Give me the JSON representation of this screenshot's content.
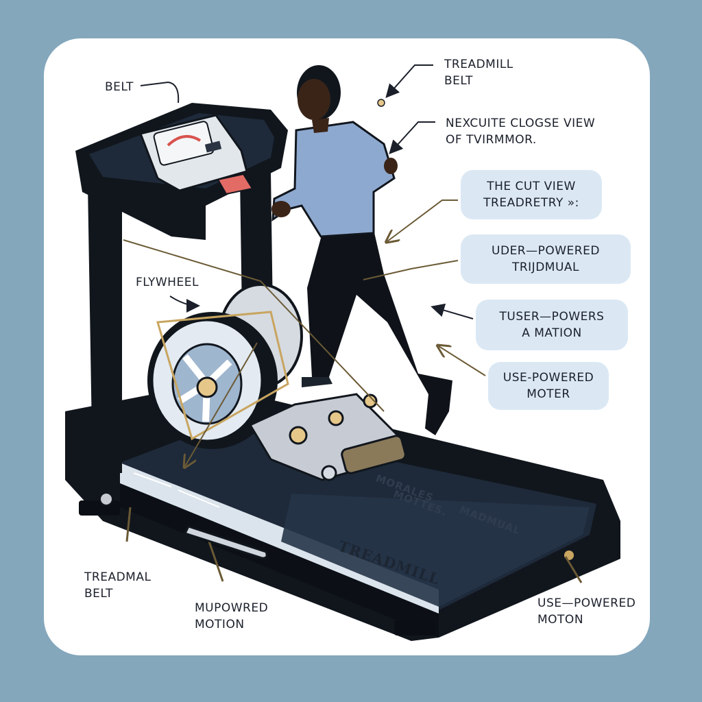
{
  "colors": {
    "background": "#84a7bc",
    "card": "#ffffff",
    "callout_box": "#dbe8f4",
    "frame": "#11161d",
    "deck": "#1e2a3a",
    "shirt": "#8ea9cf",
    "skin": "#3a2418"
  },
  "labels": {
    "belt_top": "BELT",
    "treadmill_belt_top": "TREADMILL\nBELT",
    "close_view": "NEXCUITE CLOGSE VIEW\nOF TVIRMMOR.",
    "cut_view": "THE CUT VIEW\nTREADRETRY »:",
    "uder_powered": "UDER—POWERED\nTRIJDMUAL",
    "tuser_powers": "TUSER—POWERS\nA MATION",
    "use_powered_moter": "USE-POWERED\nMOTER",
    "flywheel": "FLYWHEEL",
    "treadmal_belt": "TREADMAL\nBELT",
    "mupowred_motion": "MUPOWRED\nMOTION",
    "use_powered_moton": "USE—POWERED\nMOTON"
  },
  "deck_text": {
    "line1": "MORALES",
    "line2": "MOTTES.",
    "line3": "MADMUAL"
  },
  "brand": "TREADMILL",
  "icons": [
    "arrow-icon",
    "flywheel-icon",
    "runner-icon",
    "console-icon"
  ]
}
